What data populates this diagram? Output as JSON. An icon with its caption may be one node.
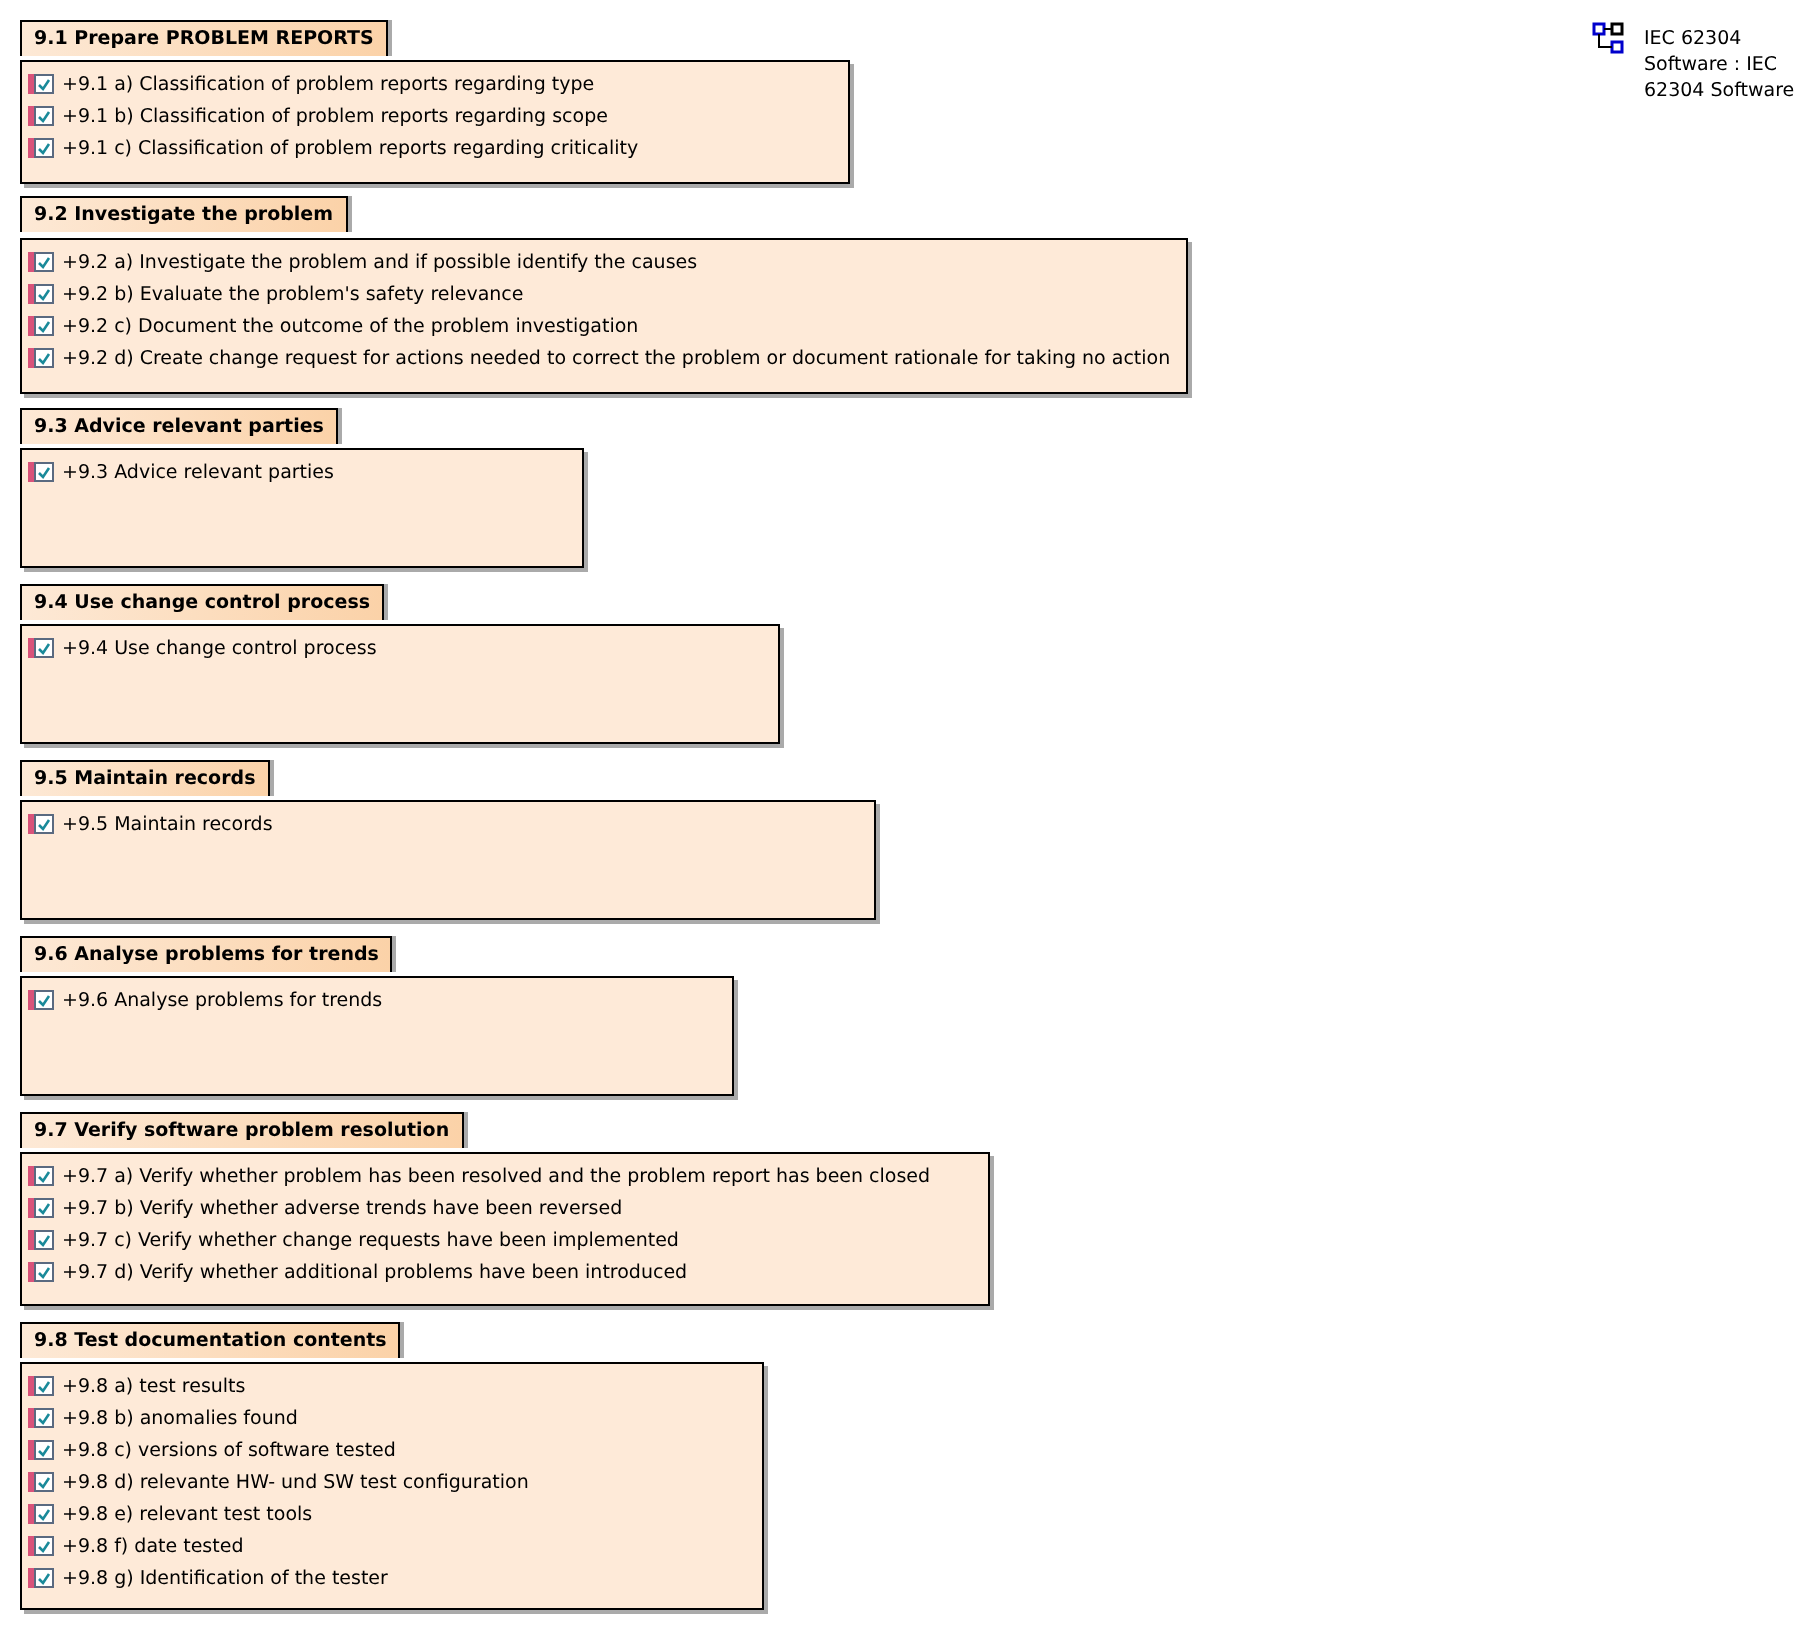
{
  "diagram": {
    "nodes": [
      {
        "text": [
          "9.1 Prepare PROBLEM REPORTS",
          "+9.1 a) Classification of problem reports regarding type",
          "+9.1 b)  Classification of problem reports regarding scope",
          "+9.1 c)  Classification of problem reports regarding criticality"
        ]
      },
      {
        "text": [
          "9.2 Investigate the problem",
          "+9.2 a) Investigate the problem and if possible identify the causes",
          "+9.2 b) Evaluate the problem's safety relevance",
          "+9.2 c) Document the outcome of the problem investigation",
          "+9.2 d) Create change request for actions needed to correct the problem or document rationale for taking no action"
        ]
      },
      {
        "text": [
          "9.3 Advice relevant parties",
          "+9.3 Advice relevant parties"
        ]
      },
      {
        "text": [
          "9.4 Use change control process",
          "+9.4 Use change control process"
        ]
      },
      {
        "text": [
          "9.5 Maintain records",
          "+9.5 Maintain records"
        ]
      },
      {
        "text": [
          "9.6 Analyse problems for trends",
          "+9.6 Analyse problems for trends"
        ]
      },
      {
        "text": [
          "9.7 Verify software problem resolution",
          "+9.7 a) Verify whether problem has been resolved and the problem report has been closed",
          "+9.7 b) Verify whether adverse trends have been reversed",
          "+9.7 c) Verify whether change requests have been implemented",
          "+9.7 d) Verify whether additional problems have been introduced"
        ]
      },
      {
        "text": [
          "9.8 Test documentation contents",
          "+9.8 a) test results",
          "+9.8 b) anomalies found",
          "+9.8 c) versions of software tested",
          "+9.8 d) relevante HW- und SW test configuration",
          "+9.8 e) relevant test tools",
          "+9.8 f) date tested",
          "+9.8 g) Identification of the tester"
        ]
      }
    ],
    "labels": [
      "IEC 62304 Software : IEC 62304 Software"
    ]
  }
}
